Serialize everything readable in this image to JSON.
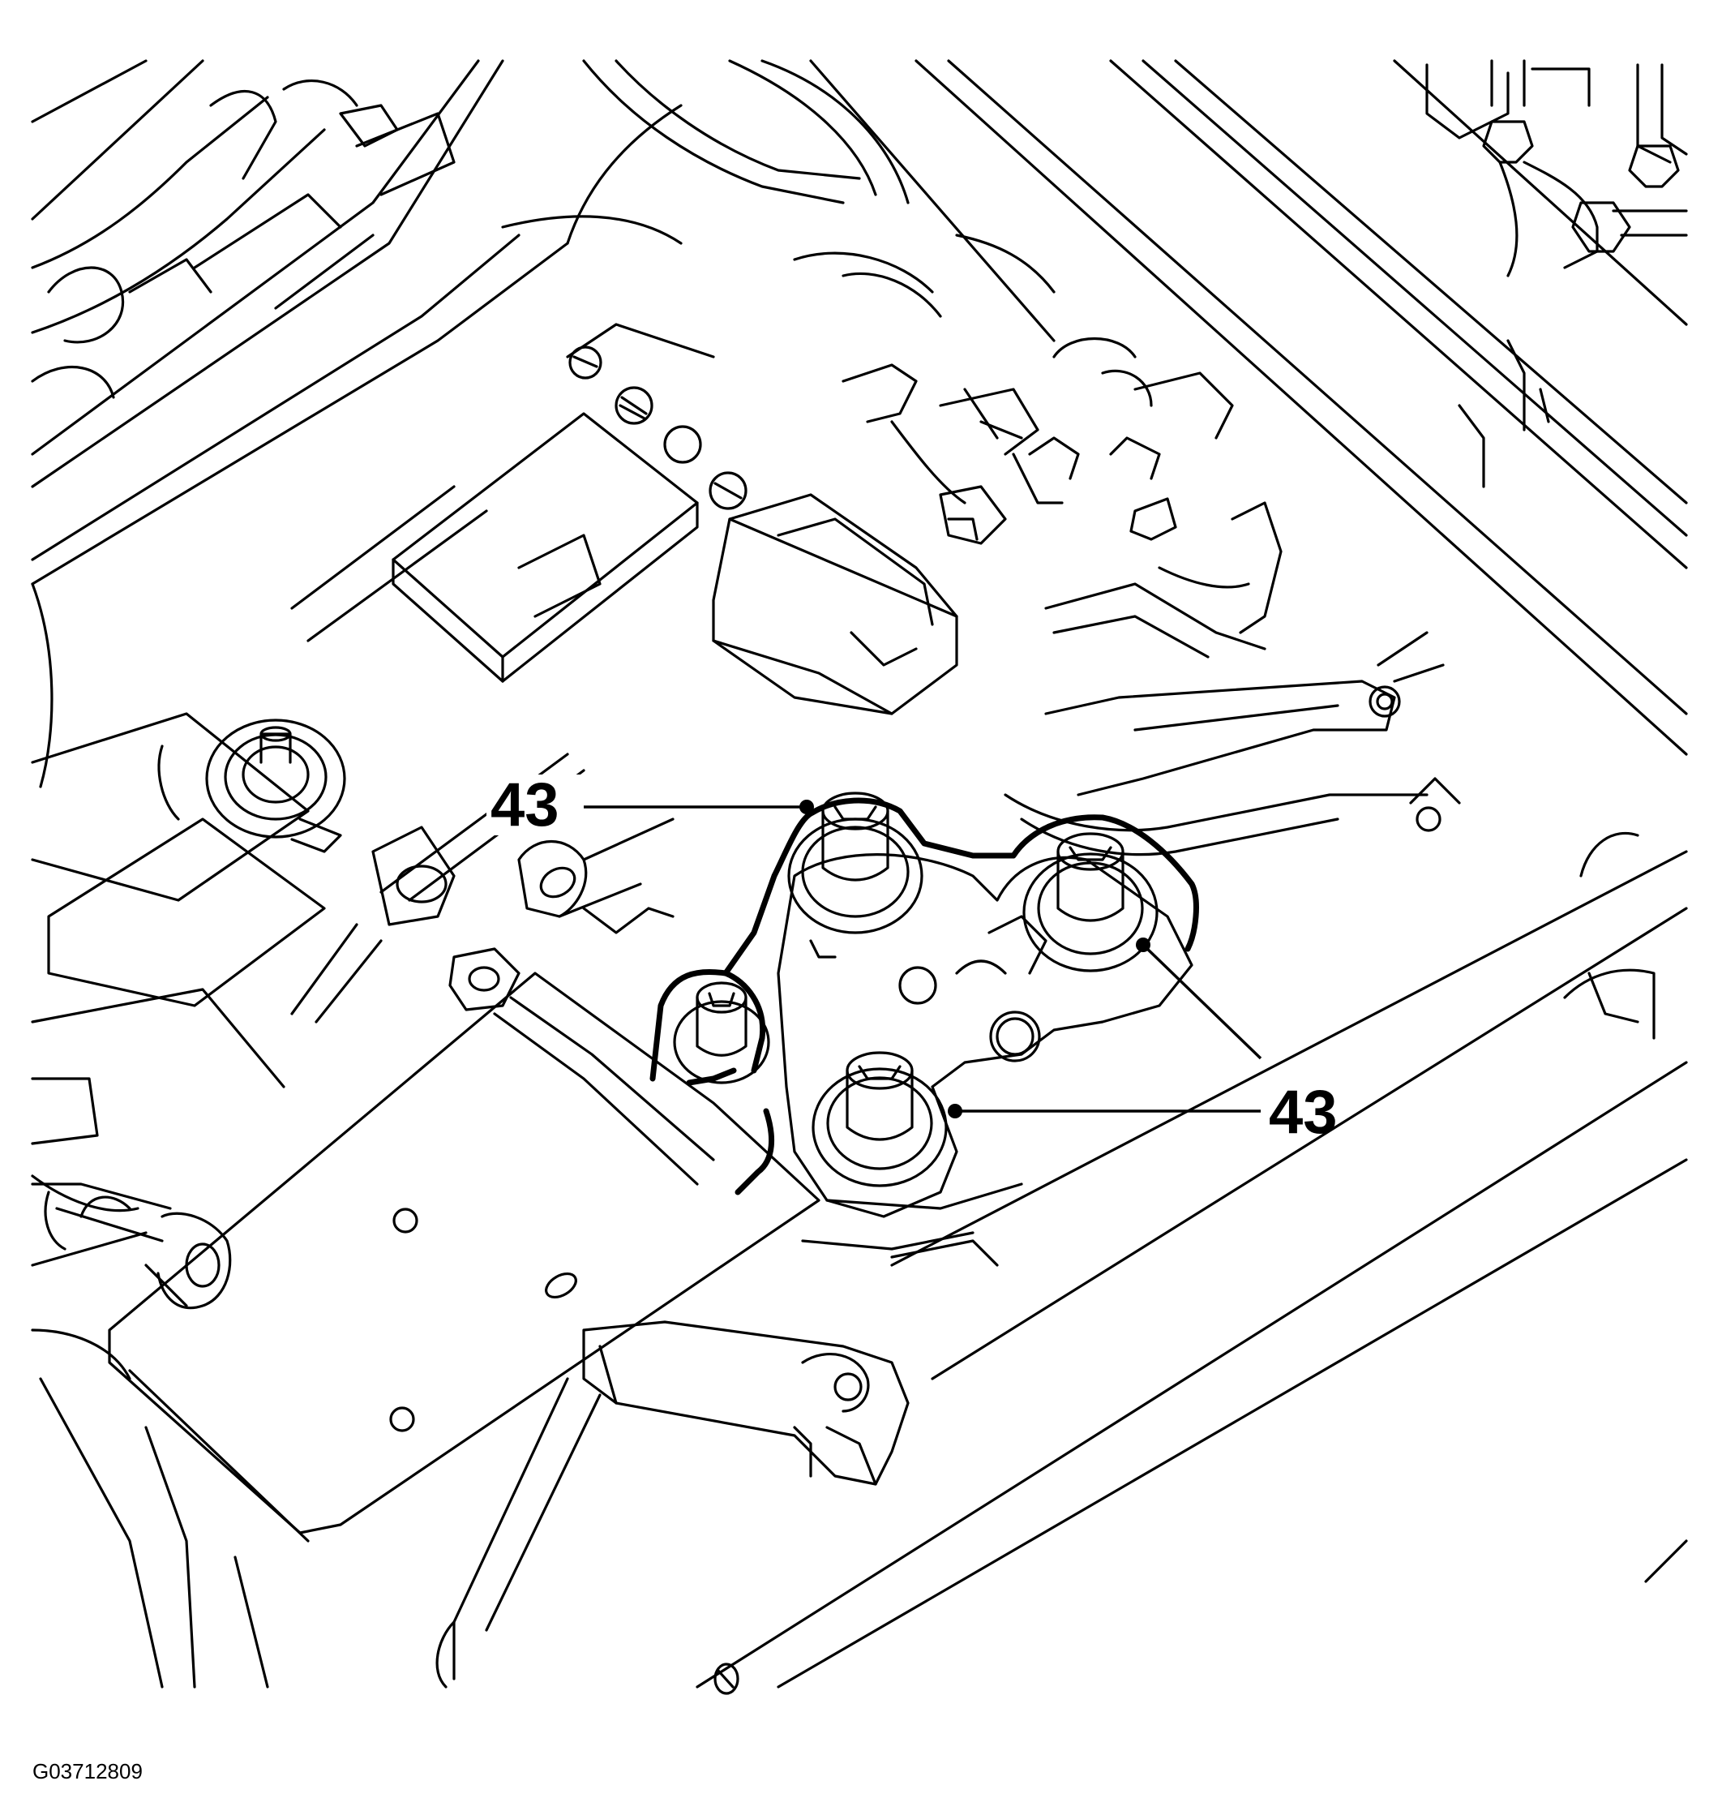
{
  "callouts": [
    {
      "label": "43"
    },
    {
      "label": "43"
    }
  ],
  "figure_id": "G03712809"
}
